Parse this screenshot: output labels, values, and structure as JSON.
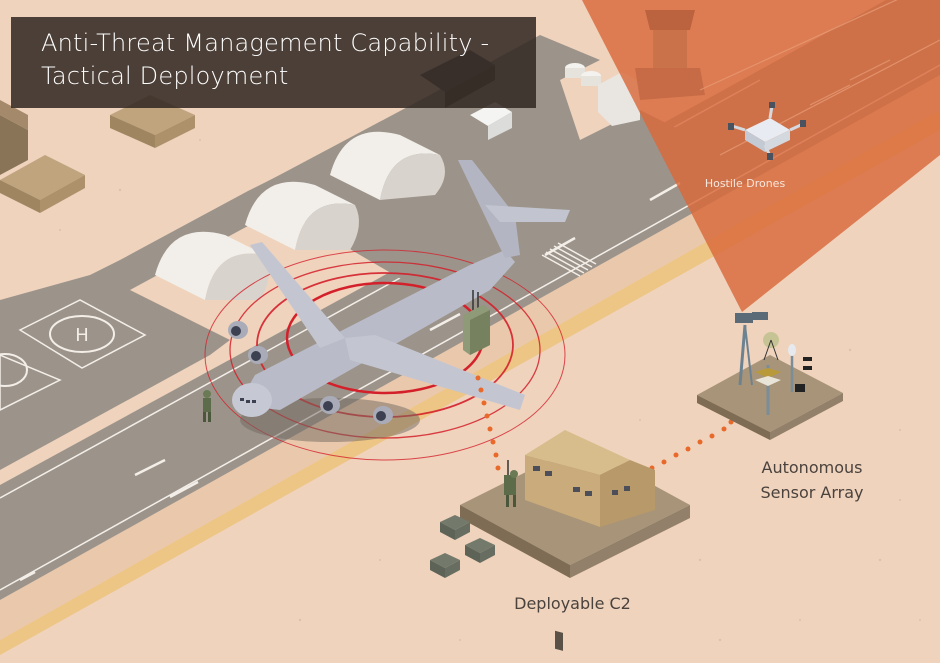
{
  "title": {
    "line1": "Anti-Threat Management Capability -",
    "line2": "Tactical Deployment"
  },
  "labels": {
    "hostile_drones": "Hostile Drones",
    "sensor_array_line1": "Autonomous",
    "sensor_array_line2": "Sensor Array",
    "deployable_c2": "Deployable C2"
  },
  "scene": {
    "elements": [
      "control-tower",
      "fuel-tanker-truck",
      "storage-tanks",
      "supply-crates",
      "hangars",
      "helipads",
      "runway",
      "cargo-aircraft",
      "jammer-unit",
      "protection-rings",
      "soldier-spotter",
      "command-tent",
      "soldier-radio",
      "equipment-cases",
      "sensor-mast-array",
      "hostile-drone",
      "sensor-detection-cone",
      "data-link-dotted-lines"
    ]
  },
  "colors": {
    "sand": "#efd3bd",
    "sand_dark": "#e8c6a8",
    "tarmac": "#9c948b",
    "tarmac_dark": "#857d75",
    "detection_cone": "#d9693a",
    "ring_red": "#d4202a",
    "data_link_orange": "#e8692a",
    "yellow_strip": "#ecc27a",
    "title_bg": "#342a24",
    "label_text": "#4a423d",
    "aircraft": "#b9bcc8",
    "tent": "#c9ab7c",
    "military_green": "#5c6b4a"
  }
}
